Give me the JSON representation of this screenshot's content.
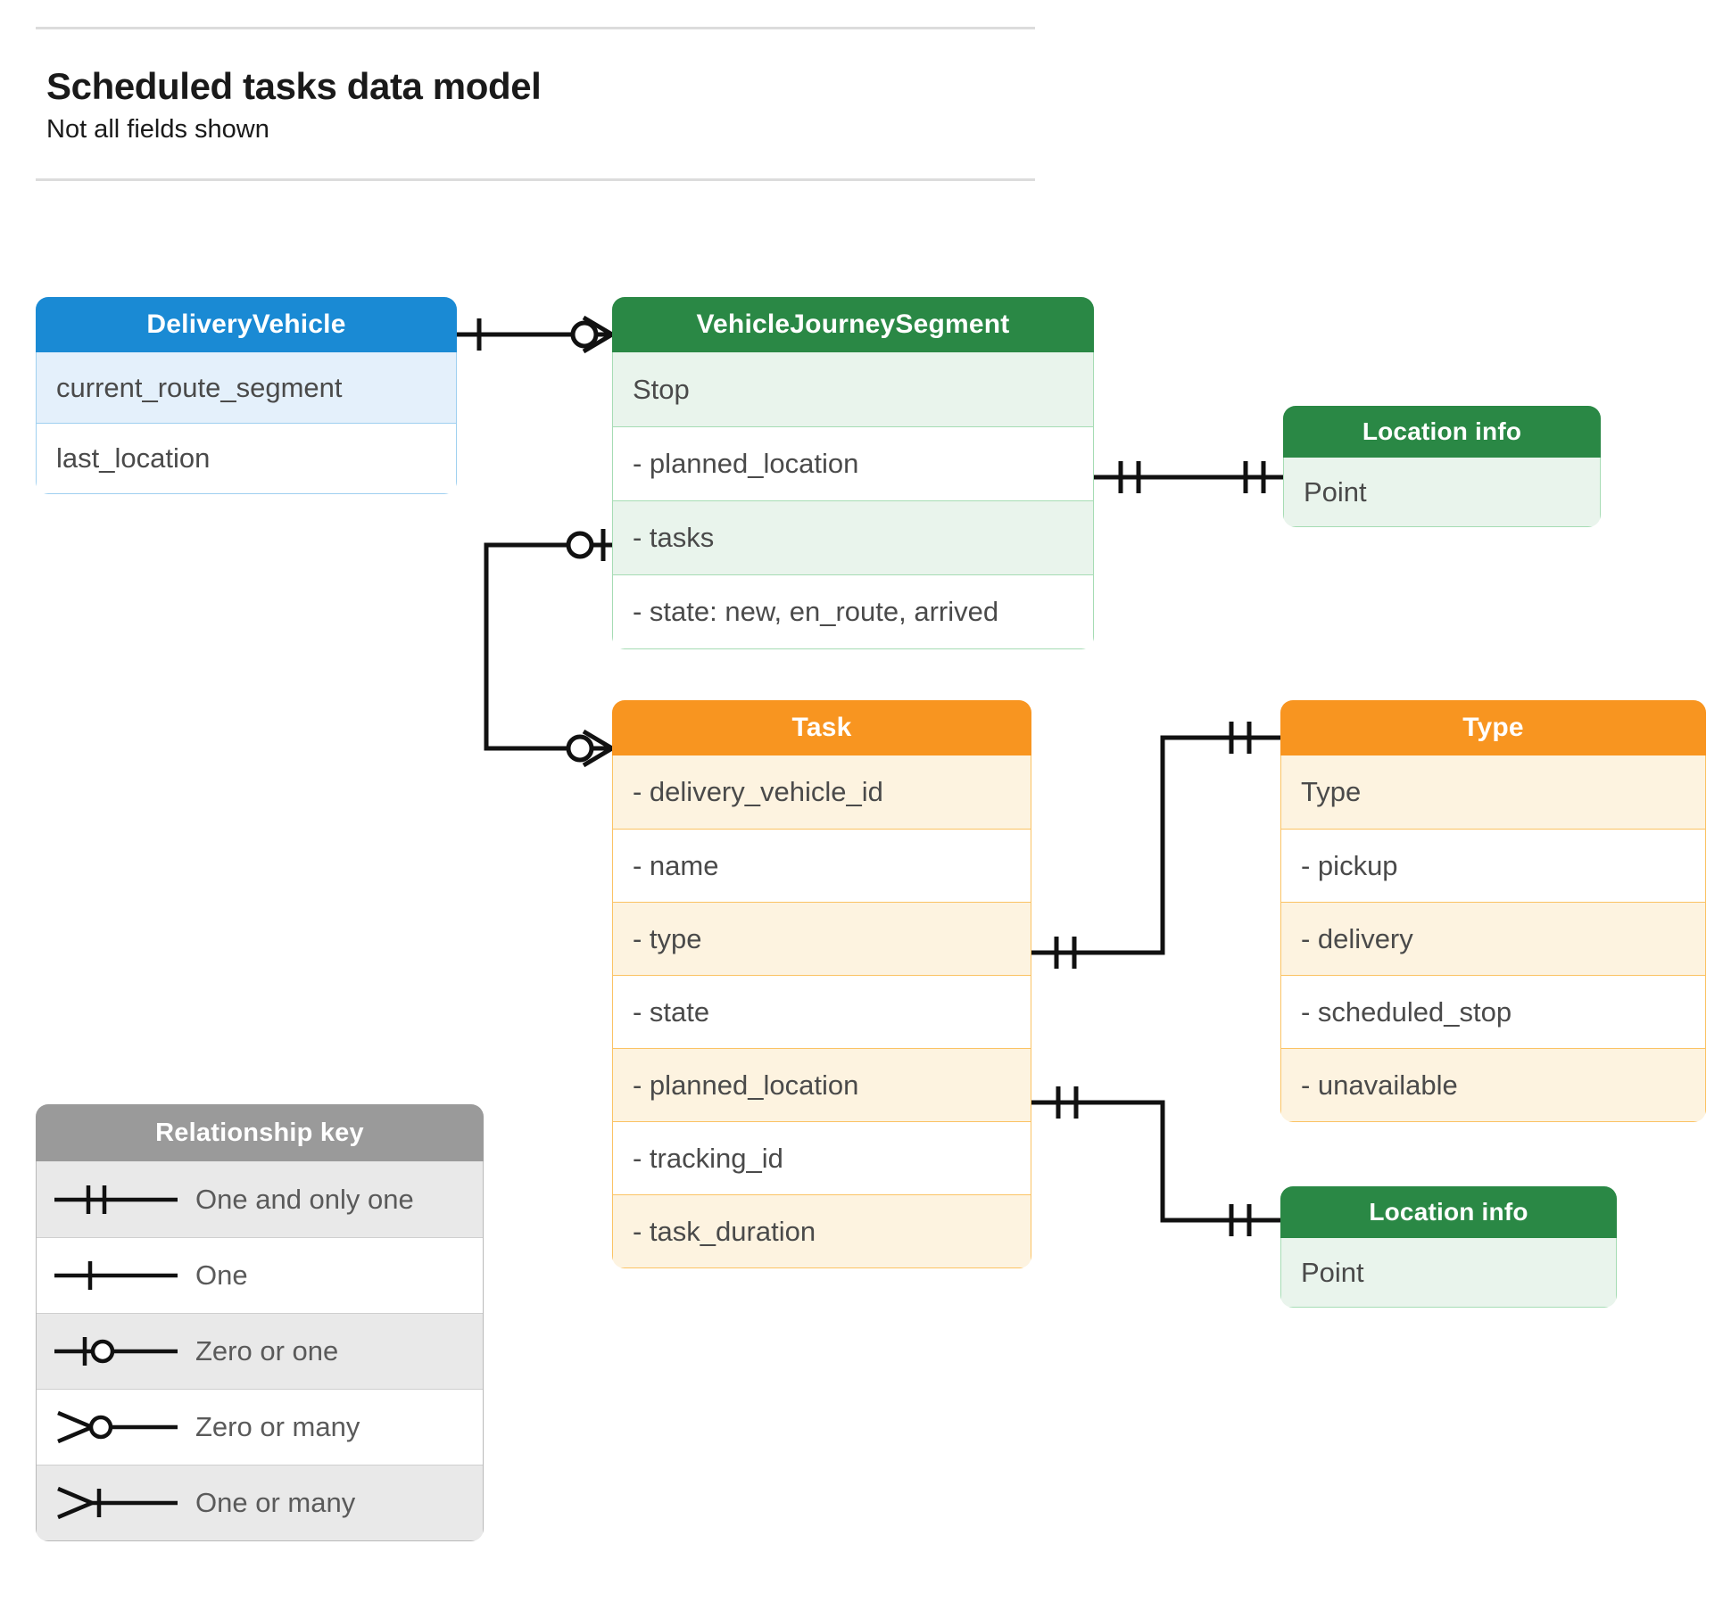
{
  "header": {
    "title": "Scheduled tasks data model",
    "subtitle": "Not all fields shown"
  },
  "entities": {
    "delivery_vehicle": {
      "title": "DeliveryVehicle",
      "color": "#1a8ad4",
      "rows": [
        "current_route_segment",
        "last_location"
      ]
    },
    "vehicle_journey_segment": {
      "title": "VehicleJourneySegment",
      "color": "#2a8845",
      "rows": [
        "Stop",
        "-  planned_location",
        "- tasks",
        "- state: new, en_route, arrived"
      ]
    },
    "location_info_top": {
      "title": "Location info",
      "color": "#2a8845",
      "rows": [
        "Point"
      ]
    },
    "task": {
      "title": "Task",
      "color": "#f89520",
      "rows": [
        "- delivery_vehicle_id",
        "- name",
        "- type",
        "- state",
        "- planned_location",
        "- tracking_id",
        "- task_duration"
      ]
    },
    "type": {
      "title": "Type",
      "color": "#f89520",
      "rows": [
        "Type",
        "-   pickup",
        "-   delivery",
        "-   scheduled_stop",
        "-   unavailable"
      ]
    },
    "location_info_bottom": {
      "title": "Location info",
      "color": "#2a8845",
      "rows": [
        "Point"
      ]
    }
  },
  "legend": {
    "title": "Relationship key",
    "color": "#9a9a9a",
    "items": [
      {
        "symbol": "one-and-only-one",
        "label": "One and only one"
      },
      {
        "symbol": "one",
        "label": "One"
      },
      {
        "symbol": "zero-or-one",
        "label": "Zero or one"
      },
      {
        "symbol": "zero-or-many",
        "label": "Zero or many"
      },
      {
        "symbol": "one-or-many",
        "label": "One or many"
      }
    ]
  },
  "relationships": [
    {
      "from": "DeliveryVehicle",
      "to": "VehicleJourneySegment",
      "from_cardinality": "one",
      "to_cardinality": "zero-or-many"
    },
    {
      "from": "VehicleJourneySegment.planned_location",
      "to": "Location info",
      "from_cardinality": "one-and-only-one",
      "to_cardinality": "one-and-only-one"
    },
    {
      "from": "VehicleJourneySegment.tasks",
      "to": "Task",
      "from_cardinality": "zero-or-one",
      "to_cardinality": "zero-or-many"
    },
    {
      "from": "Task.type",
      "to": "Type",
      "from_cardinality": "one-and-only-one",
      "to_cardinality": "one-and-only-one"
    },
    {
      "from": "Task.planned_location",
      "to": "Location info",
      "from_cardinality": "one-and-only-one",
      "to_cardinality": "one-and-only-one"
    }
  ]
}
